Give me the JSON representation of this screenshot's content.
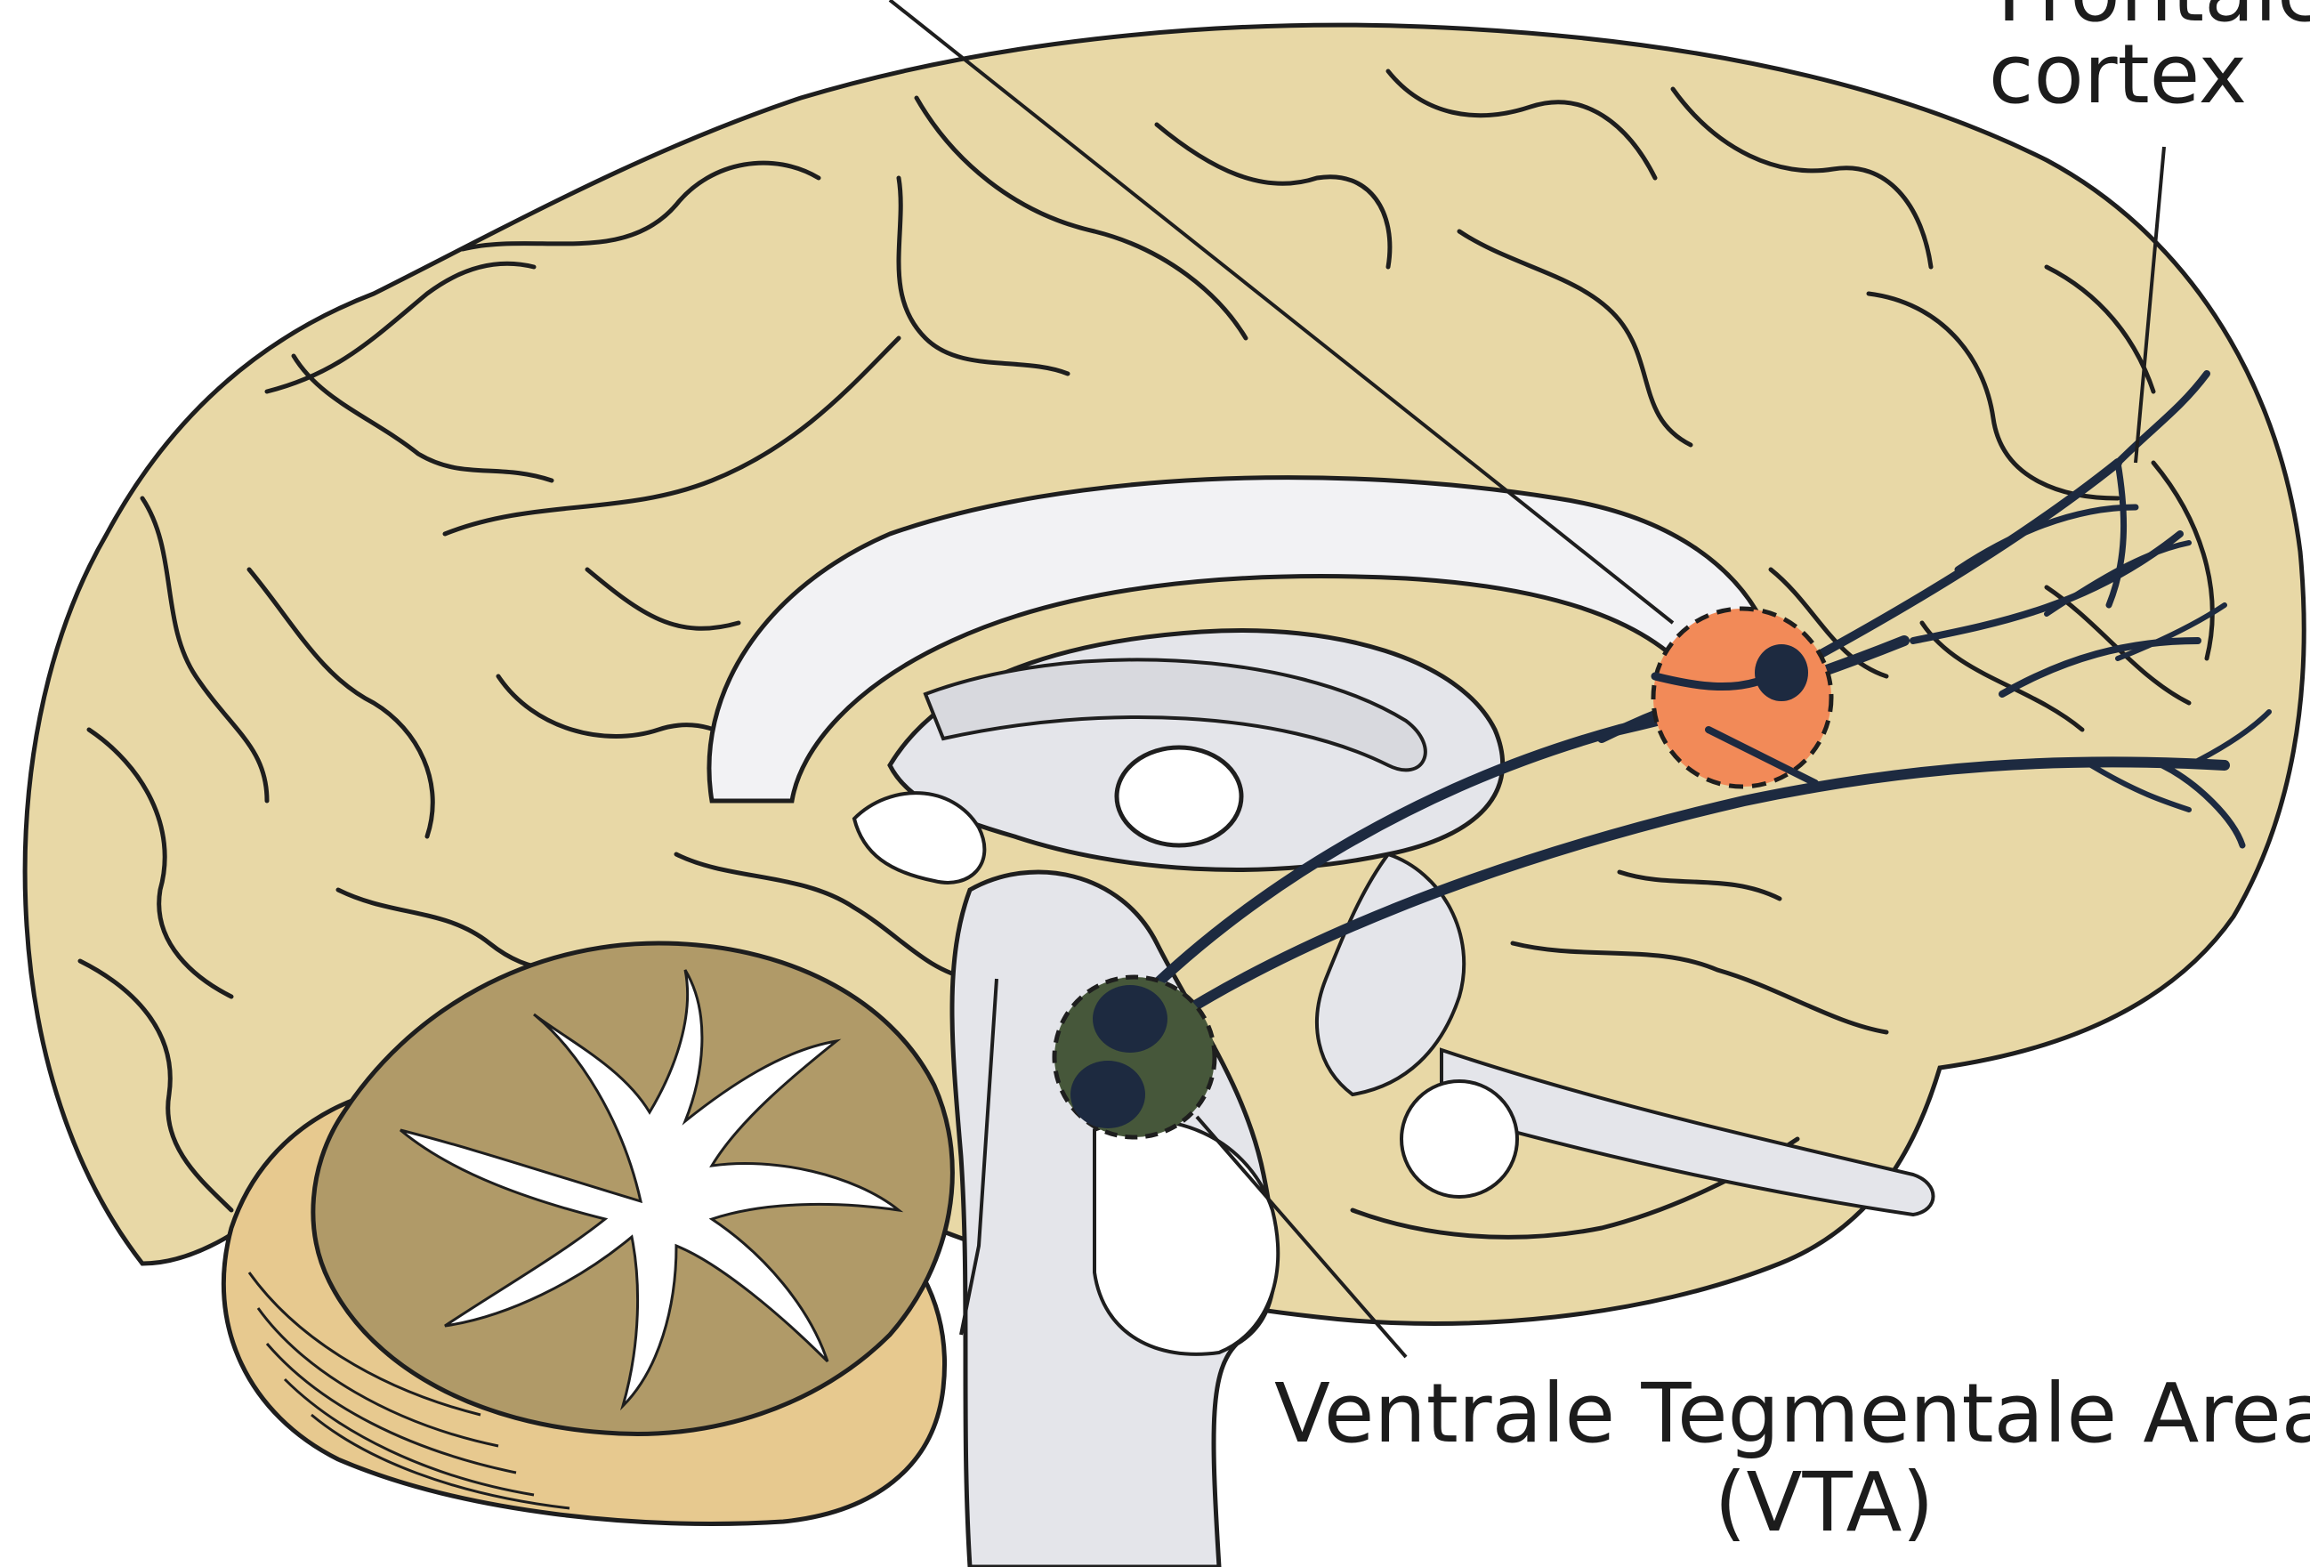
{
  "labels": {
    "cortex_line1": "Frontale",
    "cortex_line2": "cortex",
    "vta_line1": "Ventrale Tegmentale Area",
    "vta_line2": "(VTA)"
  },
  "colors": {
    "cortex_fill": "#e8d8a6",
    "outline": "#1e1e1e",
    "inner_structures": "#e4e5ea",
    "cerebellum_folia": "#b09a68",
    "pathway": "#1d2a40",
    "nucleus_accumbens": "#f28a58",
    "vta_region": "#46573a"
  }
}
